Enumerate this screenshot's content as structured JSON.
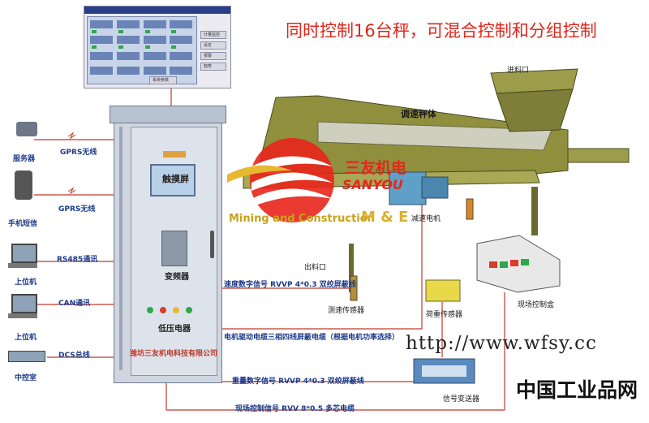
{
  "title": "同时控制16台秤，可混合控制和分组控制",
  "machine": {
    "feed_inlet": "进料口",
    "speed_scale": "调速秤体",
    "outlet": "出料口",
    "reducer_motor": "减速电机",
    "speed_sensor": "测速传感器",
    "load_sensor": "荷重传感器",
    "field_box": "现场控制盒",
    "signal_transmitter": "信号变送器"
  },
  "cabinet": {
    "touch_screen": "触摸屏",
    "inverter": "变频器",
    "low_voltage": "低压电器",
    "company": "潍坊三友机电科技有限公司"
  },
  "screen": {
    "buttons": [
      "计量监控",
      "设定",
      "报警",
      "趋势"
    ],
    "bottom_button": "系统参数"
  },
  "devices": [
    {
      "name": "服务器",
      "link": "GPRS无线"
    },
    {
      "name": "手机短信",
      "link": "GPRS无线"
    },
    {
      "name": "上位机",
      "link": "RS485通讯"
    },
    {
      "name": "上位机",
      "link": "CAN通讯"
    },
    {
      "name": "中控室",
      "link": "DCS总线"
    }
  ],
  "cables": {
    "speed_signal": "速度数字信号 RVVP 4*0.3 双绞屏蔽线",
    "motor_cable": "电机驱动电缆三相四线屏蔽电缆（根据电机功率选择）",
    "weight_signal": "重量数字信号 RVVP 4*0.3 双绞屏蔽线",
    "field_signal": "现场控制信号 RVV 8*0.5 多芯电缆"
  },
  "logo": {
    "cn": "三友机电",
    "en": "SANYOU",
    "sub": "Mining and Construction",
    "me": "M & E"
  },
  "watermark": "http://www.wfsy.cc",
  "site": "中国工业品网",
  "colors": {
    "title_red": "#e0251b",
    "cabinet": "#cfd6e0",
    "frame": "#8f8f3e",
    "line_red": "#c0392b",
    "link_blue": "#1d3a8a"
  }
}
